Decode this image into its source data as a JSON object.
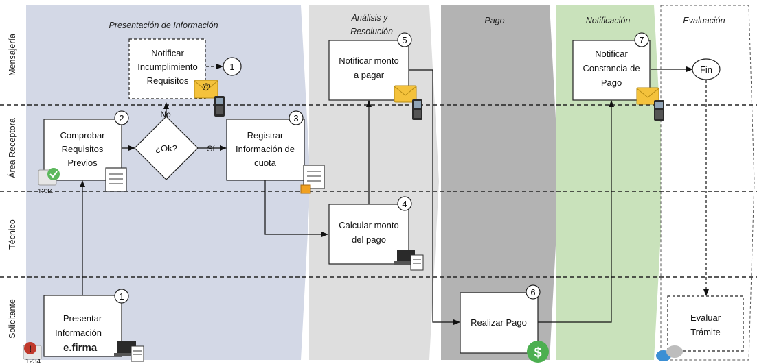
{
  "phases": [
    {
      "id": "presentacion",
      "title": [
        "Presentación de Información"
      ]
    },
    {
      "id": "analisis",
      "title": [
        "Análisis y",
        "Resolución"
      ]
    },
    {
      "id": "pago",
      "title": [
        "Pago"
      ]
    },
    {
      "id": "notificacion",
      "title": [
        "Notificación"
      ]
    },
    {
      "id": "evaluacion",
      "title": [
        "Evaluación"
      ]
    }
  ],
  "lanes": [
    "Mensajería",
    "Área Receptora",
    "Técnico",
    "Solicitante"
  ],
  "boxes": {
    "notificar_incumplimiento": {
      "lines": [
        "Notificar",
        "Incumplimiento",
        "Requisitos"
      ]
    },
    "comprobar": {
      "lines": [
        "Comprobar",
        "Requisitos",
        "Previos"
      ],
      "number": "2"
    },
    "registrar": {
      "lines": [
        "Registrar",
        "Información de",
        "cuota"
      ],
      "number": "3"
    },
    "notificar_monto": {
      "lines": [
        "Notificar monto",
        "a pagar"
      ],
      "number": "5"
    },
    "calcular": {
      "lines": [
        "Calcular monto",
        "del pago"
      ],
      "number": "4"
    },
    "presentar": {
      "lines": [
        "Presentar",
        "Información"
      ],
      "number": "1"
    },
    "realizar_pago": {
      "lines": [
        "Realizar Pago"
      ],
      "number": "6"
    },
    "notificar_constancia": {
      "lines": [
        "Notificar",
        "Constancia de",
        "Pago"
      ],
      "number": "7"
    },
    "evaluar": {
      "lines": [
        "Evaluar",
        "Trámite"
      ]
    }
  },
  "decision": {
    "label": "¿Ok?",
    "no_label": "No",
    "yes_label": "Sí"
  },
  "connectors": {
    "back_to_start": "1",
    "end": "Fin"
  },
  "badges": {
    "efirma": "e.firma",
    "id_number": "1234",
    "dollar": "$",
    "email_at": "@"
  }
}
